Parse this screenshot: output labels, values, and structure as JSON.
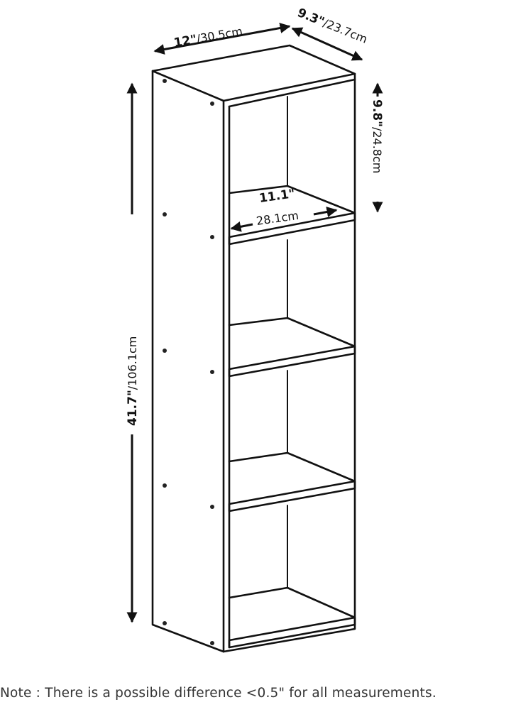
{
  "dimensions": {
    "width": {
      "imperial": "12\"",
      "metric": "/30.5cm"
    },
    "depth": {
      "imperial": "9.3\"",
      "metric": "/23.7cm"
    },
    "height": {
      "imperial": "41.7\"",
      "metric": "/106.1cm"
    },
    "cubby_height": {
      "imperial": "9.8\"",
      "metric": "/24.8cm"
    },
    "cubby_width": {
      "imperial": "11.1\"",
      "metric": "28.1cm"
    }
  },
  "note": "Note : There is a possible difference <0.5\" for all measurements."
}
